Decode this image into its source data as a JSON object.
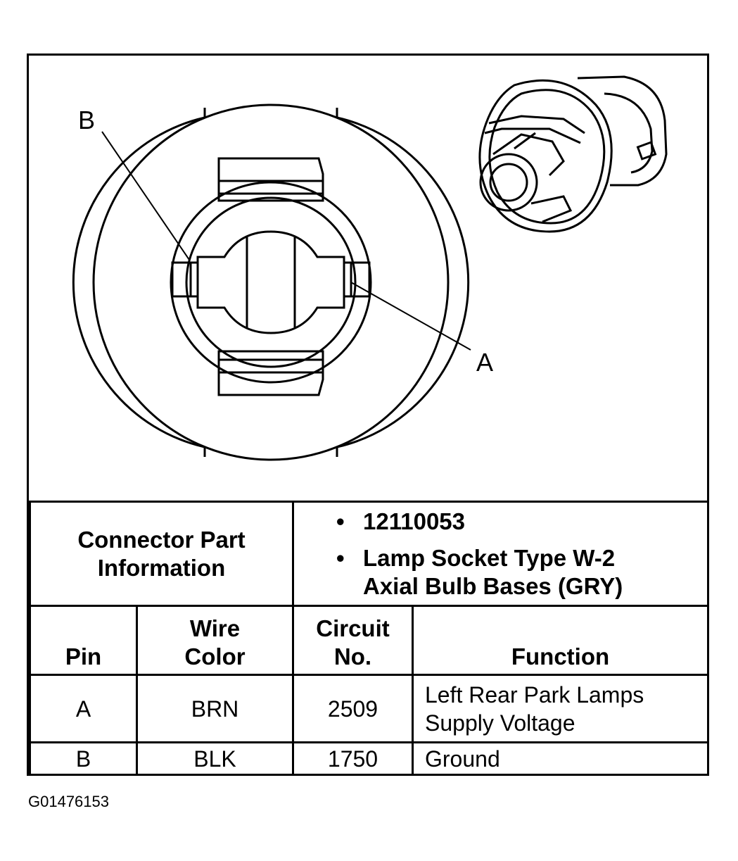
{
  "diagram": {
    "callouts": {
      "b": "B",
      "a": "A"
    }
  },
  "connector_info": {
    "label_line1": "Connector Part",
    "label_line2": "Information",
    "items": [
      {
        "text": "12110053"
      },
      {
        "text_line1": "Lamp Socket Type W-2",
        "text_line2": "Axial Bulb Bases (GRY)"
      }
    ]
  },
  "pin_table": {
    "headers": {
      "pin": "Pin",
      "wire_color_line1": "Wire",
      "wire_color_line2": "Color",
      "circuit_line1": "Circuit",
      "circuit_line2": "No.",
      "function": "Function"
    },
    "rows": [
      {
        "pin": "A",
        "wire_color": "BRN",
        "circuit": "2509",
        "function_line1": "Left Rear Park Lamps",
        "function_line2": "Supply Voltage"
      },
      {
        "pin": "B",
        "wire_color": "BLK",
        "circuit": "1750",
        "function_line1": "Ground",
        "function_line2": ""
      }
    ]
  },
  "figure_id": "G01476153"
}
